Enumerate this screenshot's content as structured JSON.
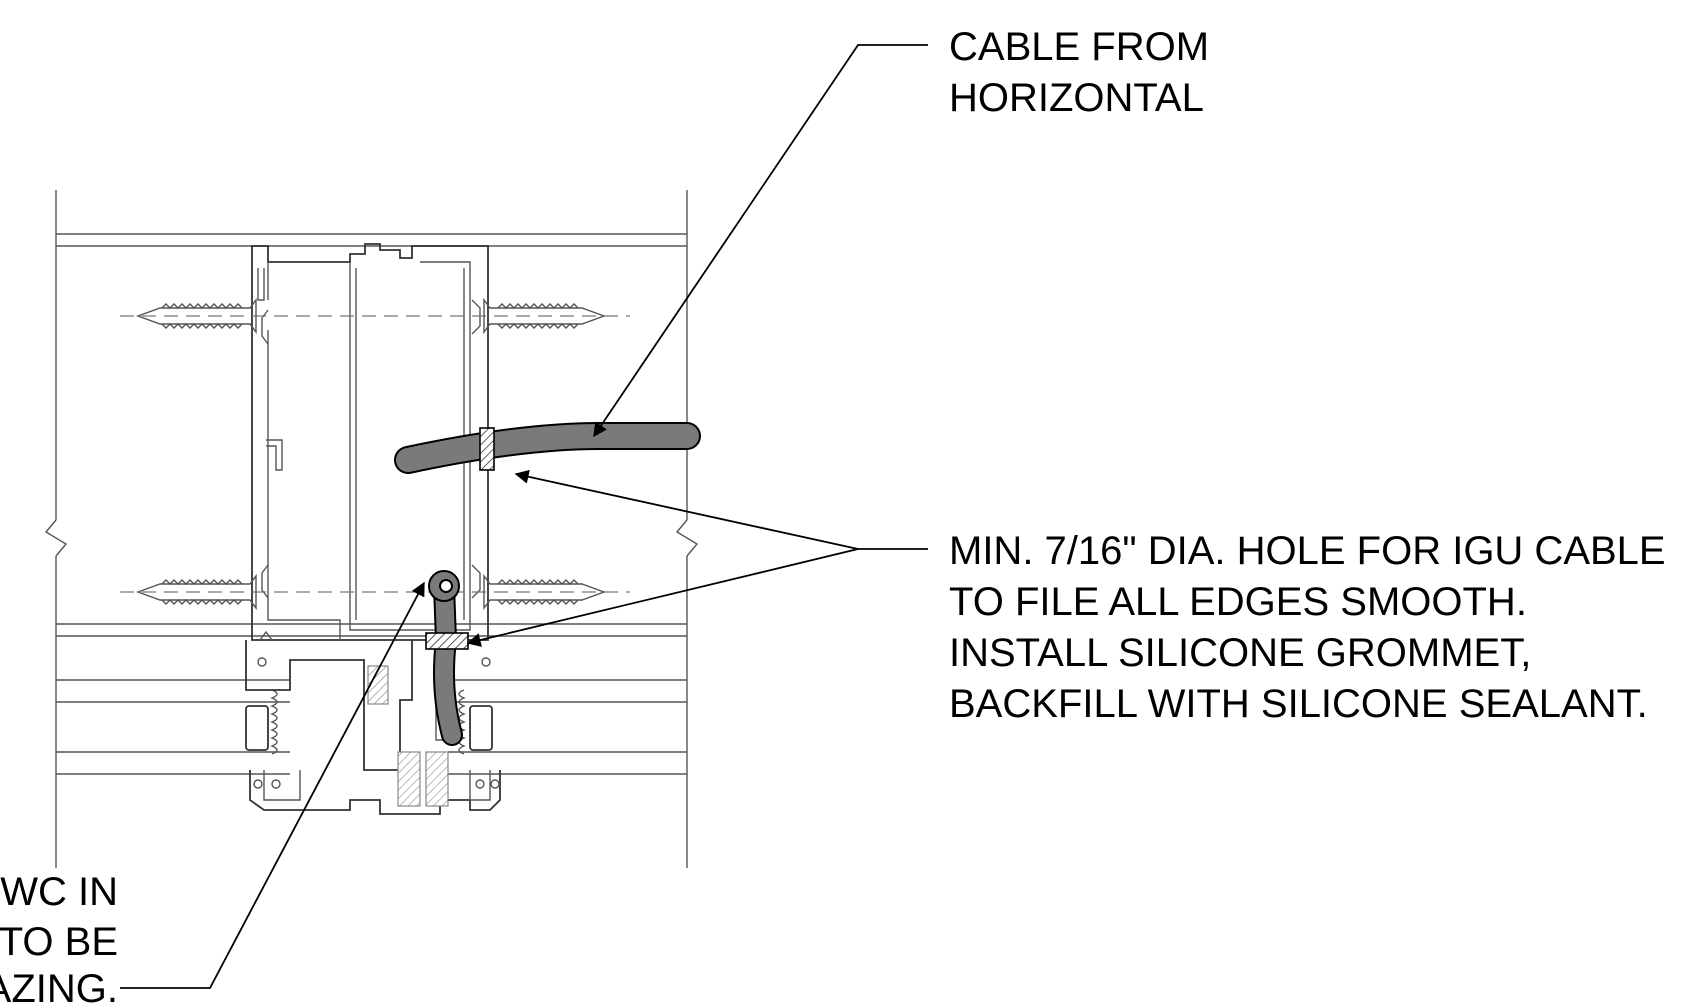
{
  "annotations": {
    "cable_from_horizontal": [
      "CABLE FROM",
      "HORIZONTAL"
    ],
    "hole_note": [
      "MIN. 7/16\" DIA. HOLE FOR IGU CABLE",
      "TO FILE ALL EDGES SMOOTH.",
      "INSTALL SILICONE GROMMET,",
      "BACKFILL WITH SILICONE SEALANT."
    ],
    "partial_note": [
      "WC IN",
      "TO BE",
      "AZING."
    ]
  },
  "colors": {
    "cable_fill": "#7a7a7a",
    "linework": "#555555",
    "leader": "#000000"
  }
}
